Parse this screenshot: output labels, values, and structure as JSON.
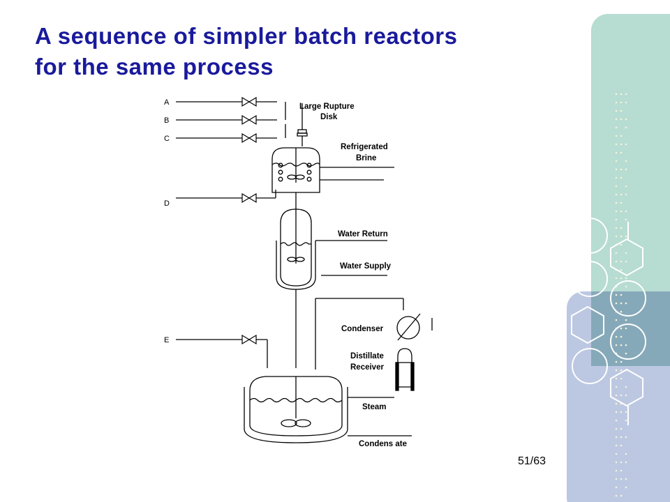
{
  "slide": {
    "title_line1": "A sequence of simpler batch reactors",
    "title_line2": "for the same process",
    "page_number": "51/63",
    "title_color": "#1a1a9c",
    "accent_teal": "#b7dcd2",
    "accent_blue": "#bcc8e2",
    "accent_overlap": "#86a9b9"
  },
  "diagram": {
    "feed_lines": {
      "a": "A",
      "b": "B",
      "c": "C",
      "d": "D",
      "e": "E"
    },
    "labels": {
      "rupture_disk_1": "Large Rupture",
      "rupture_disk_2": "Disk",
      "brine_1": "Refrigerated",
      "brine_2": "Brine",
      "water_return": "Water Return",
      "water_supply": "Water Supply",
      "condenser": "Condenser",
      "receiver_1": "Distillate",
      "receiver_2": "Receiver",
      "steam": "Steam",
      "condensate": "Condens ate"
    }
  }
}
